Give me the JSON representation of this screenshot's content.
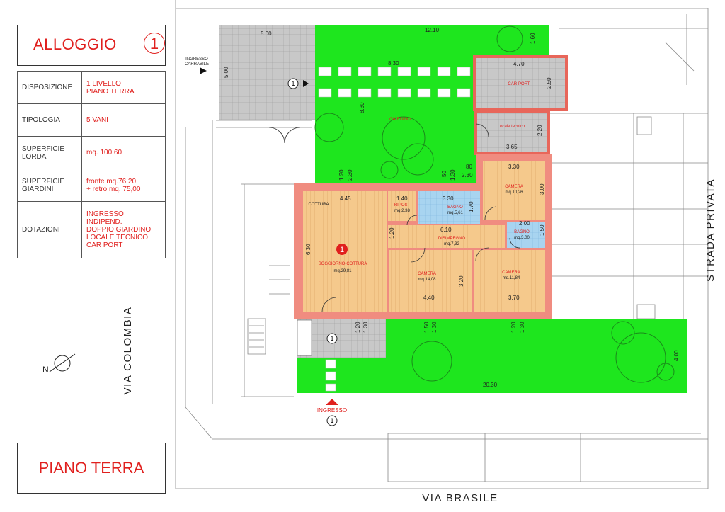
{
  "header": {
    "title": "ALLOGGIO",
    "unit_number": "1"
  },
  "info": [
    {
      "label": "DISPOSIZIONE",
      "value": "1 LIVELLO\nPIANO TERRA"
    },
    {
      "label": "TIPOLOGIA",
      "value": "5 VANI"
    },
    {
      "label": "SUPERFICIE\nLORDA",
      "value": "mq. 100,60"
    },
    {
      "label": "SUPERFICIE\nGIARDINI",
      "value": "fronte mq.76,20\n+ retro mq. 75,00"
    },
    {
      "label": "DOTAZIONI",
      "value": "INGRESSO INDIPEND.\nDOPPIO GIARDINO\nLOCALE TECNICO\nCAR PORT"
    }
  ],
  "floor_label": "PIANO TERRA",
  "streets": {
    "via_colombia": "VIA COLOMBIA",
    "strada_privata": "STRADA PRIVATA",
    "via_brasile": "VIA BRASILE"
  },
  "north_label": "N",
  "entrances": {
    "ingresso_carrabile": "INGRESSO\nCARRABILE",
    "ingresso": "INGRESSO",
    "marker": "1"
  },
  "rooms": {
    "cottura": "COTTURA",
    "soggiorno": "SOGGIORNO-COTTURA",
    "soggiorno_area": "mq.29,81",
    "ripost": "RIPOST",
    "ripost_area": "mq.2,38",
    "bagno1": "BAGNO",
    "bagno1_area": "mq.5,61",
    "camera1": "CAMERA",
    "camera1_area": "mq.10,26",
    "disimpegno": "DISIMPEGNO",
    "disimpegno_area": "mq.7,32",
    "bagno2": "BAGNO",
    "bagno2_area": "mq.3,00",
    "camera2": "CAMERA",
    "camera2_area": "mq.14,08",
    "camera3": "CAMERA",
    "camera3_area": "mq.11,84",
    "giardino": "GIARDINO",
    "carport": "CAR-PORT",
    "locale_tecnico": "Locale tecnico",
    "unit_marker": "1"
  },
  "dims": {
    "d_5_00_top": "5.00",
    "d_12_10": "12.10",
    "d_1_60": "1.60",
    "d_5_00_side": "5.00",
    "d_8_30_h": "8.30",
    "d_8_30_v": "8.30",
    "d_4_70": "4.70",
    "d_2_50": "2.50",
    "d_2_20": "2.20",
    "d_3_65": "3.65",
    "d_80": "80",
    "d_2_30": "2.30",
    "d_1_20a": "1.20",
    "d_2_30b": "2.30",
    "d_50": "50",
    "d_1_30a": "1.30",
    "d_3_30_cam": "3.30",
    "d_3_00": "3.00",
    "d_4_45": "4.45",
    "d_1_40": "1.40",
    "d_3_30_bag": "3.30",
    "d_1_70": "1.70",
    "d_6_10": "6.10",
    "d_2_00": "2.00",
    "d_1_50": "1.50",
    "d_1_20b": "1.20",
    "d_6_30": "6.30",
    "d_3_20": "3.20",
    "d_4_40": "4.40",
    "d_3_70": "3.70",
    "d_1_20c": "1.20",
    "d_1_30b": "1.30",
    "d_1_50b": "1.50",
    "d_1_30c": "1.30",
    "d_1_20d": "1.20",
    "d_1_30d": "1.30",
    "d_4_00": "4.00",
    "d_20_30": "20.30"
  },
  "colors": {
    "accent": "#e0201e",
    "garden": "#1ee61e",
    "wall": "#f08c80",
    "floor": "#f5c98c",
    "bath": "#a8d4f0",
    "paving": "#c8c8c8"
  }
}
